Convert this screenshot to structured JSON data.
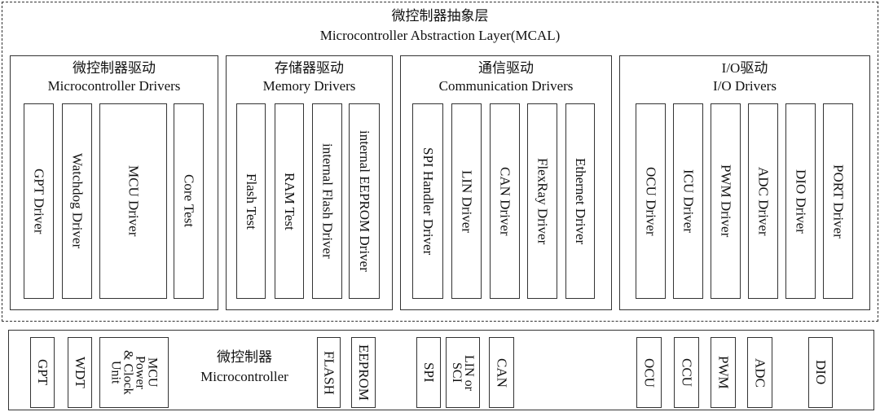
{
  "mcal": {
    "title_cn": "微控制器抽象层",
    "title_en": "Microcontroller Abstraction Layer(MCAL)"
  },
  "groups": [
    {
      "title_cn": "微控制器驱动",
      "title_en": "Microcontroller Drivers",
      "items": [
        "GPT Driver",
        "Watchdog Driver",
        "MCU Driver",
        "Core Test"
      ]
    },
    {
      "title_cn": "存储器驱动",
      "title_en": "Memory Drivers",
      "items": [
        "Flash Test",
        "RAM Test",
        "internal Flash Driver",
        "internal EEPROM Driver"
      ]
    },
    {
      "title_cn": "通信驱动",
      "title_en": "Communication Drivers",
      "items": [
        "SPI Handler Driver",
        "LIN Driver",
        "CAN Driver",
        "FlexRay Driver",
        "Ethernet Driver"
      ]
    },
    {
      "title_cn": "I/O驱动",
      "title_en": "I/O Drivers",
      "items": [
        "OCU Driver",
        "ICU Driver",
        "PWM Driver",
        "ADC Driver",
        "DIO Driver",
        "PORT Driver"
      ]
    }
  ],
  "hardware": {
    "title_cn": "微控制器",
    "title_en": "Microcontroller",
    "items": [
      "GPT",
      "WDT",
      "MCU\nPower\n& Clock\nUnit",
      "FLASH",
      "EEPROM",
      "SPI",
      "LIN or\nSCI",
      "CAN",
      "OCU",
      "CCU",
      "PWM",
      "ADC",
      "DIO"
    ]
  }
}
